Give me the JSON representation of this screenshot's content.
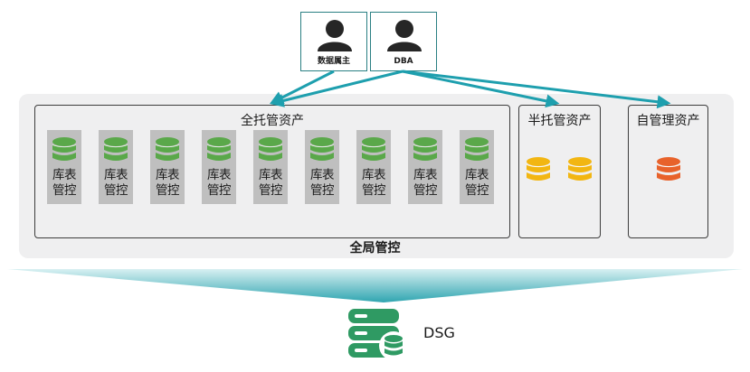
{
  "users": [
    {
      "label": "数据属主",
      "icon": "user-icon"
    },
    {
      "label": "DBA",
      "icon": "user-icon"
    }
  ],
  "panels": {
    "full": {
      "title": "全托管资产",
      "card_line1": "库表",
      "card_line2": "管控",
      "card_count": 9
    },
    "semi": {
      "title": "半托管资产"
    },
    "self": {
      "title": "自管理资产"
    }
  },
  "global_label": "全局管控",
  "dsg": {
    "label": "DSG",
    "icon": "server-database-icon"
  },
  "colors": {
    "teal": "#1e9fae",
    "green_db": "#5aa84a",
    "yellow_db": "#f2b612",
    "orange_db": "#e8622b",
    "server": "#2f9a63",
    "card": "#bfbfbf",
    "panel_bg": "#efeff0"
  }
}
